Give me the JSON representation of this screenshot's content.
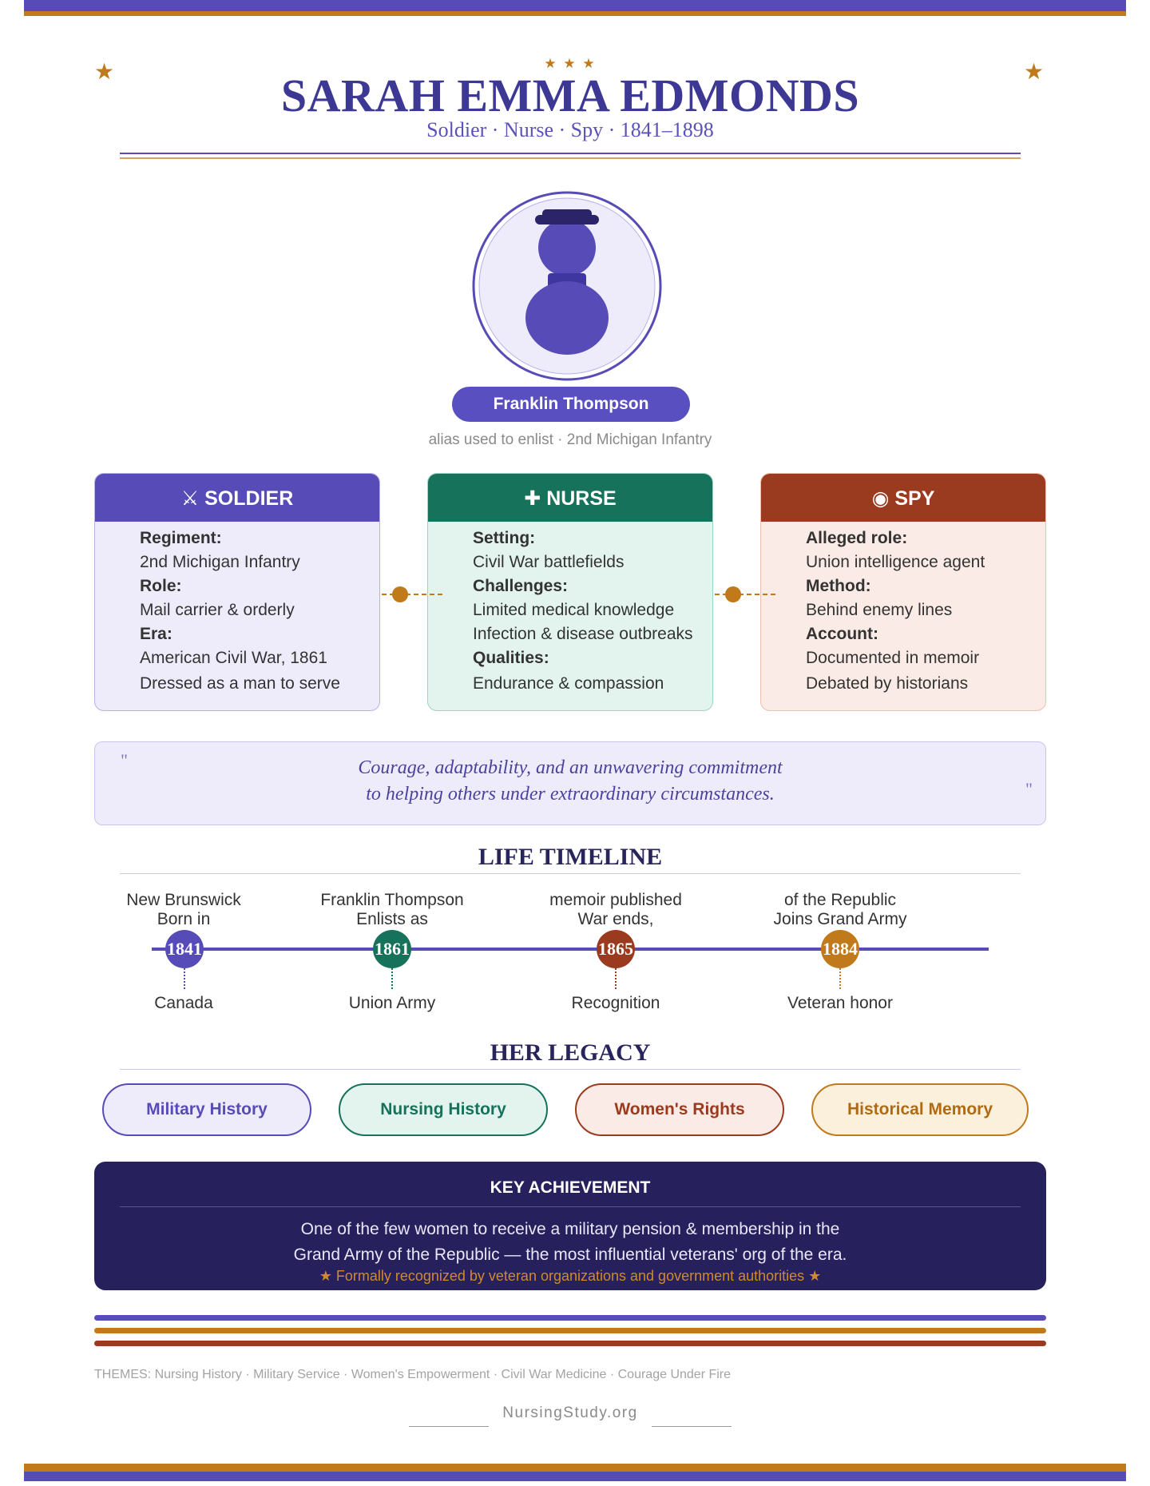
{
  "header": {
    "title": "SARAH EMMA EDMONDS",
    "subtitle": "Soldier · Nurse · Spy · 1841–1898",
    "center_stars": "★ ★ ★",
    "corner_star": "★"
  },
  "portrait": {
    "alias": "Franklin Thompson",
    "alias_note": "alias used to enlist · 2nd Michigan Infantry"
  },
  "cards": [
    {
      "icon": "⚔",
      "title": "SOLDIER",
      "color": "#574bb8",
      "fields": [
        {
          "label": "Regiment:",
          "values": [
            "2nd Michigan Infantry"
          ]
        },
        {
          "label": "Role:",
          "values": [
            "Mail carrier & orderly"
          ]
        },
        {
          "label": "Era:",
          "values": [
            "American Civil War, 1861",
            "Dressed as a man to serve"
          ]
        }
      ]
    },
    {
      "icon": "✚",
      "title": "NURSE",
      "color": "#16725a",
      "fields": [
        {
          "label": "Setting:",
          "values": [
            "Civil War battlefields"
          ]
        },
        {
          "label": "Challenges:",
          "values": [
            "Limited medical knowledge",
            "Infection & disease outbreaks"
          ]
        },
        {
          "label": "Qualities:",
          "values": [
            "Endurance & compassion"
          ]
        }
      ]
    },
    {
      "icon": "◉",
      "title": "SPY",
      "color": "#9a3a1f",
      "fields": [
        {
          "label": "Alleged role:",
          "values": [
            "Union intelligence agent"
          ]
        },
        {
          "label": "Method:",
          "values": [
            "Behind enemy lines"
          ]
        },
        {
          "label": "Account:",
          "values": [
            "Documented in memoir",
            "Debated by historians"
          ]
        }
      ]
    }
  ],
  "quote": {
    "open_mark": "\"",
    "close_mark": "\"",
    "line1": "Courage, adaptability, and an unwavering commitment",
    "line2": "to helping others under extraordinary circumstances."
  },
  "timeline": {
    "heading": "LIFE TIMELINE",
    "events": [
      {
        "top1": "New Brunswick",
        "top2": "Born in",
        "year": "1841",
        "bottom": "Canada",
        "color": "#574bb8"
      },
      {
        "top1": "Franklin Thompson",
        "top2": "Enlists as",
        "year": "1861",
        "bottom": "Union Army",
        "color": "#16725a"
      },
      {
        "top1": "memoir published",
        "top2": "War ends,",
        "year": "1865",
        "bottom": "Recognition",
        "color": "#9a3a1f"
      },
      {
        "top1": "of the Republic",
        "top2": "Joins Grand Army",
        "year": "1884",
        "bottom": "Veteran honor",
        "color": "#c07a1c"
      }
    ]
  },
  "legacy": {
    "heading": "HER LEGACY",
    "items": [
      {
        "label": "Military History",
        "color": "#574bb8"
      },
      {
        "label": "Nursing History",
        "color": "#16725a"
      },
      {
        "label": "Women's Rights",
        "color": "#9a3a1f"
      },
      {
        "label": "Historical Memory",
        "color": "#c07a1c"
      }
    ]
  },
  "key_achievement": {
    "title": "KEY ACHIEVEMENT",
    "line1": "One of the few women to receive a military pension & membership in the",
    "line2": "Grand Army of the Republic — the most influential veterans' org of the era.",
    "note": "★ Formally recognized by veteran organizations and government authorities ★"
  },
  "footer": {
    "themes": "THEMES: Nursing History · Military Service · Women's Empowerment · Civil War Medicine · Courage Under Fire",
    "site": "NursingStudy.org"
  }
}
